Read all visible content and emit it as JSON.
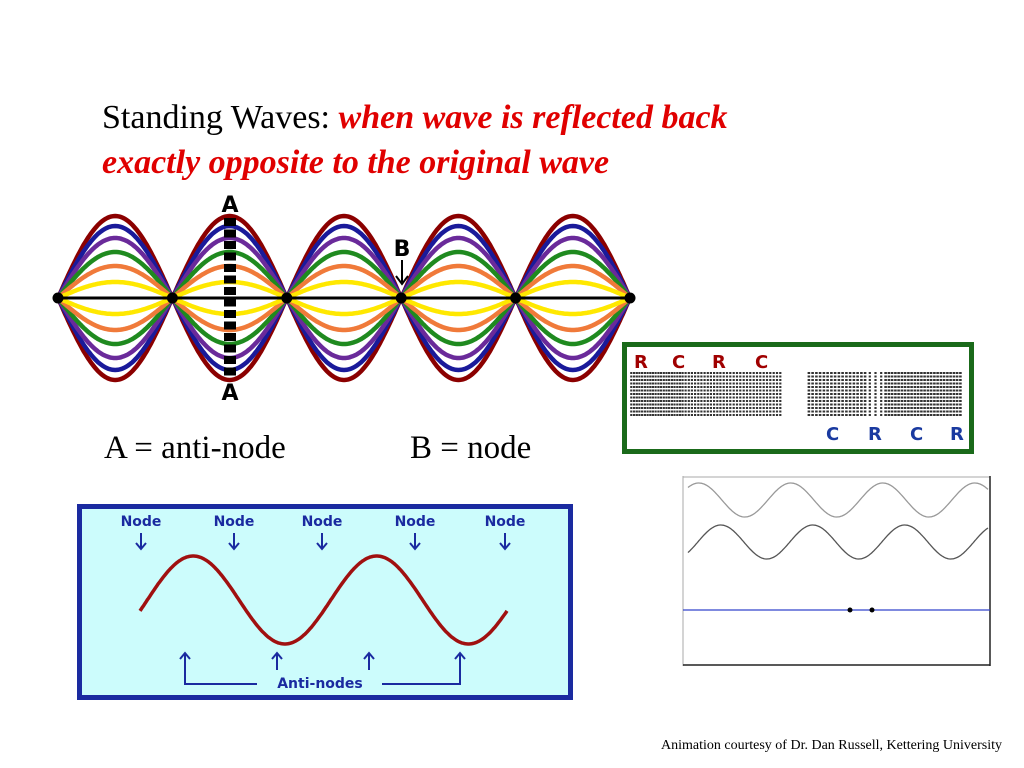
{
  "slide": {
    "title_plain": "Standing Waves:",
    "title_emph_line1": "when wave is reflected back",
    "title_emph_line2": "exactly opposite to the original wave",
    "label_antinode": "A = anti-node",
    "label_node": "B = node",
    "credit": "Animation courtesy of Dr. Dan Russell, Kettering University"
  },
  "standing_wave": {
    "antinode_marker": "A",
    "node_marker": "B",
    "loops": 5,
    "envelope_colors": [
      "#8b0000",
      "#1a1a9a",
      "#6a2a9a",
      "#1f8a1f",
      "#f07a3a",
      "#ffe800"
    ]
  },
  "compression_panel": {
    "top_letters": [
      "R",
      "C",
      "R",
      "C"
    ],
    "bottom_letters": [
      "C",
      "R",
      "C",
      "R"
    ],
    "border_color": "#1a6a1a",
    "letter_color_top": "#a00000",
    "letter_color_bottom": "#1a3aa0"
  },
  "node_panel": {
    "node_label": "Node",
    "node_count": 5,
    "antinode_label": "Anti-nodes",
    "antinode_count": 4,
    "bg_color": "#ccfcfc",
    "border_color": "#1a2aa0",
    "wave_color": "#a01010"
  }
}
